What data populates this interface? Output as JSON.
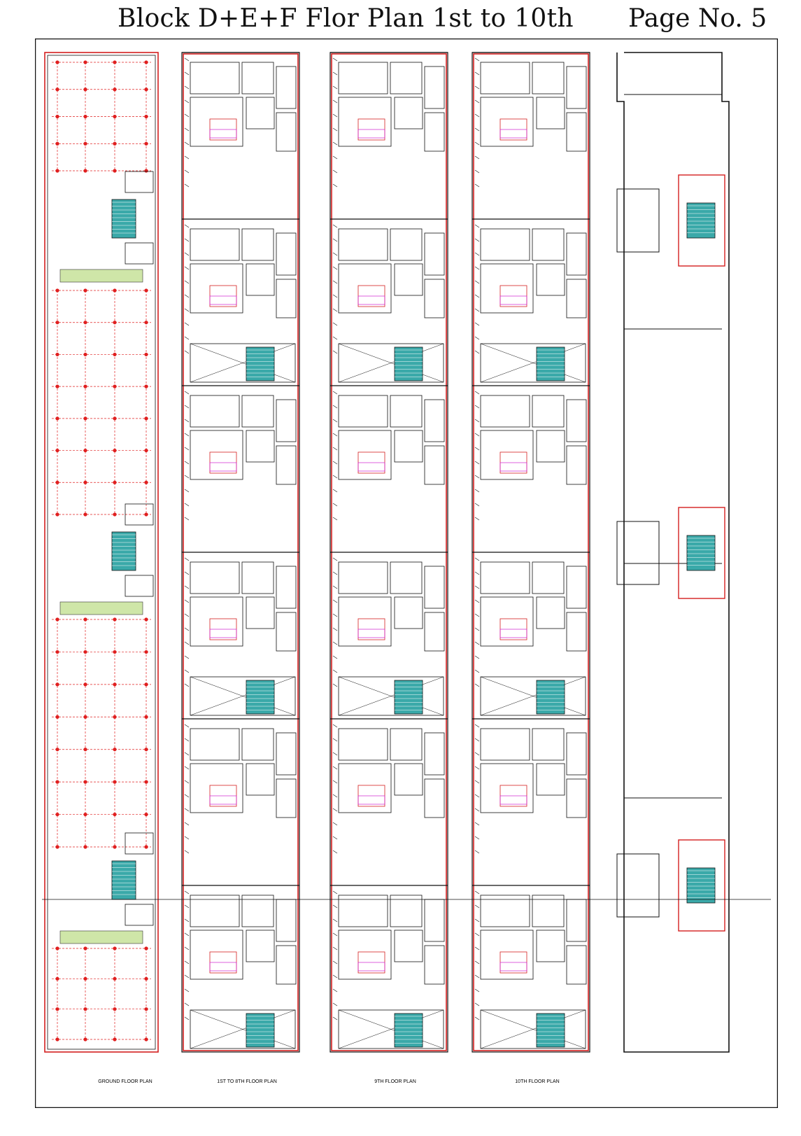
{
  "header": {
    "title": "Block D+E+F Flor Plan 1st to 10th",
    "page_no": "Page No. 5"
  },
  "drawing": {
    "panels": [
      {
        "caption": "GROUND FLOOR PLAN"
      },
      {
        "caption": "1ST TO 8TH FLOOR PLAN"
      },
      {
        "caption": "9TH FLOOR PLAN"
      },
      {
        "caption": "10TH FLOOR PLAN"
      },
      {
        "caption": ""
      }
    ]
  },
  "colors": {
    "wall": "#111111",
    "slab_outline": "#d42020",
    "stair_fill": "#3aa9a9",
    "column": "#e02020",
    "green_band": "#cfe6a8",
    "magenta_tag": "#d020d0"
  }
}
